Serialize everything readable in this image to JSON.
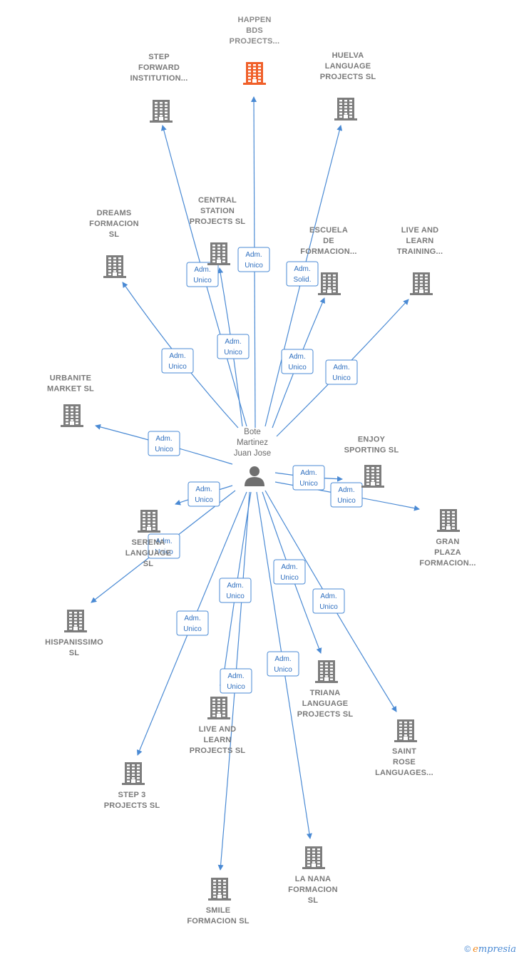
{
  "colors": {
    "edge": "#4a8ad4",
    "building": "#7d7d7d",
    "building_highlight": "#f0602a",
    "person": "#6f6f6f"
  },
  "center": {
    "name": [
      "Bote",
      "Martinez",
      "Juan Jose"
    ],
    "icon": "person-icon"
  },
  "nodes": [
    {
      "id": "happen-bds",
      "label": [
        "HAPPEN",
        "BDS",
        "PROJECTS..."
      ],
      "highlight": true,
      "icon": "building-icon"
    },
    {
      "id": "step-forward",
      "label": [
        "STEP",
        "FORWARD",
        "INSTITUTION..."
      ],
      "icon": "building-icon"
    },
    {
      "id": "huelva-language",
      "label": [
        "HUELVA",
        "LANGUAGE",
        "PROJECTS  SL"
      ],
      "icon": "building-icon"
    },
    {
      "id": "dreams-formacion",
      "label": [
        "DREAMS",
        "FORMACION",
        "SL"
      ],
      "icon": "building-icon"
    },
    {
      "id": "central-station",
      "label": [
        "CENTRAL",
        "STATION",
        "PROJECTS  SL"
      ],
      "icon": "building-icon"
    },
    {
      "id": "escuela-de-formacion",
      "label": [
        "ESCUELA",
        "DE",
        "FORMACION..."
      ],
      "icon": "building-icon"
    },
    {
      "id": "live-and-learn-training",
      "label": [
        "LIVE AND",
        "LEARN",
        "TRAINING..."
      ],
      "icon": "building-icon"
    },
    {
      "id": "urbanite-market",
      "label": [
        "URBANITE",
        "MARKET  SL"
      ],
      "icon": "building-icon"
    },
    {
      "id": "enjoy-sporting",
      "label": [
        "ENJOY",
        "SPORTING  SL"
      ],
      "icon": "building-icon"
    },
    {
      "id": "serena-language",
      "label": [
        "SERENA",
        "LANGUAGE",
        "SL"
      ],
      "icon": "building-icon"
    },
    {
      "id": "gran-plaza",
      "label": [
        "GRAN",
        "PLAZA",
        "FORMACION..."
      ],
      "icon": "building-icon"
    },
    {
      "id": "hispanissimo",
      "label": [
        "HISPANISSIMO",
        "SL"
      ],
      "icon": "building-icon"
    },
    {
      "id": "triana-language",
      "label": [
        "TRIANA",
        "LANGUAGE",
        "PROJECTS  SL"
      ],
      "icon": "building-icon"
    },
    {
      "id": "live-and-learn-projects",
      "label": [
        "LIVE AND",
        "LEARN",
        "PROJECTS  SL"
      ],
      "icon": "building-icon"
    },
    {
      "id": "saint-rose",
      "label": [
        "SAINT",
        "ROSE",
        "LANGUAGES..."
      ],
      "icon": "building-icon"
    },
    {
      "id": "step-3",
      "label": [
        "STEP 3",
        "PROJECTS  SL"
      ],
      "icon": "building-icon"
    },
    {
      "id": "la-nana",
      "label": [
        "LA NANA",
        "FORMACION",
        "SL"
      ],
      "icon": "building-icon"
    },
    {
      "id": "smile-formacion",
      "label": [
        "SMILE",
        "FORMACION SL"
      ],
      "icon": "building-icon"
    }
  ],
  "edges": [
    {
      "to": "happen-bds",
      "role": [
        "Adm.",
        "Unico"
      ]
    },
    {
      "to": "step-forward",
      "role": [
        "Adm.",
        "Unico"
      ]
    },
    {
      "to": "huelva-language",
      "role": [
        "Adm.",
        "Solid."
      ]
    },
    {
      "to": "dreams-formacion",
      "role": [
        "Adm.",
        "Unico"
      ]
    },
    {
      "to": "central-station",
      "role": [
        "Adm.",
        "Unico"
      ]
    },
    {
      "to": "escuela-de-formacion",
      "role": [
        "Adm.",
        "Unico"
      ]
    },
    {
      "to": "live-and-learn-training",
      "role": [
        "Adm.",
        "Unico"
      ]
    },
    {
      "to": "urbanite-market",
      "role": [
        "Adm.",
        "Unico"
      ]
    },
    {
      "to": "enjoy-sporting",
      "role": [
        "Adm.",
        "Unico"
      ]
    },
    {
      "to": "gran-plaza",
      "role": [
        "Adm.",
        "Unico"
      ]
    },
    {
      "to": "serena-language",
      "role": [
        "Adm.",
        "Unico"
      ]
    },
    {
      "to": "hispanissimo",
      "role": [
        "Adm.",
        "Unico"
      ]
    },
    {
      "to": "triana-language",
      "role": [
        "Adm.",
        "Unico"
      ]
    },
    {
      "to": "saint-rose",
      "role": [
        "Adm.",
        "Unico"
      ]
    },
    {
      "to": "live-and-learn-projects",
      "role": [
        "Adm.",
        "Unico"
      ]
    },
    {
      "to": "step-3",
      "role": [
        "Adm.",
        "Unico"
      ]
    },
    {
      "to": "la-nana",
      "role": [
        "Adm.",
        "Unico"
      ]
    },
    {
      "to": "smile-formacion",
      "role": [
        "Adm.",
        "Unico"
      ]
    }
  ],
  "footer": {
    "copyright": "©",
    "brand_initial": "e",
    "brand_rest": "mpresia"
  }
}
